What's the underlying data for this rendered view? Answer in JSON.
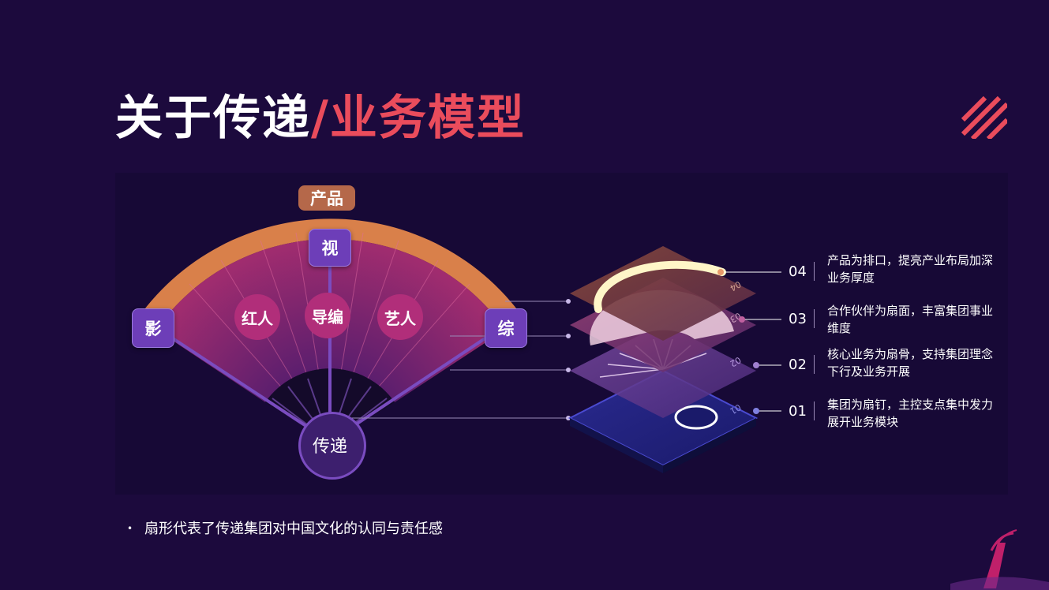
{
  "title": {
    "white": "关于传递",
    "red": "/业务模型"
  },
  "fan": {
    "top_label": "产品",
    "ribs": {
      "left": "影",
      "center": "视",
      "right": "综"
    },
    "circles": [
      "红人",
      "导编",
      "艺人"
    ],
    "logo": "传递"
  },
  "layers": [
    {
      "num": "04",
      "tag": "04",
      "desc": "产品为排口，提亮产业布局加深业务厚度"
    },
    {
      "num": "03",
      "tag": "03",
      "desc": "合作伙伴为扇面，丰富集团事业维度"
    },
    {
      "num": "02",
      "tag": "02",
      "desc": "核心业务为扇骨，支持集团理念下行及业务开展"
    },
    {
      "num": "01",
      "tag": "01",
      "desc": "集团为扇钉，主控支点集中发力展开业务模块"
    }
  ],
  "note": "扇形代表了传递集团对中国文化的认同与责任感",
  "colors": {
    "background": "#1c0a3d",
    "accent_red": "#ea4c5c",
    "fan_orange": "#d9804a",
    "fan_pink": "#b3306f",
    "rib_purple": "#6d3eb8"
  }
}
